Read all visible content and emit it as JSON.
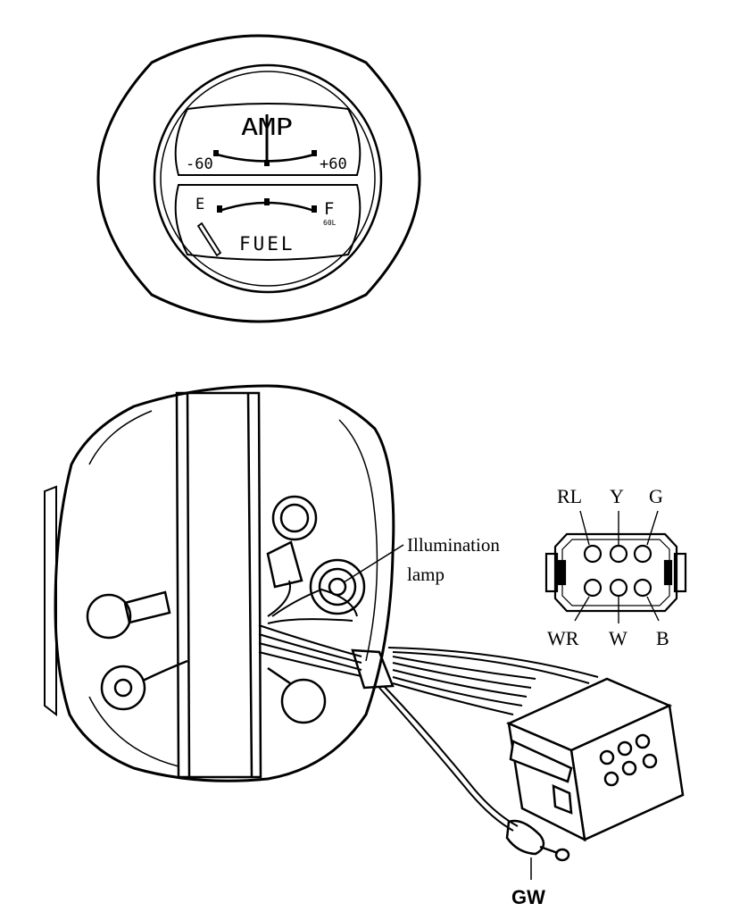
{
  "gauge": {
    "amp_label": "AMP",
    "amp_min": "-60",
    "amp_max": "+60",
    "fuel_empty": "E",
    "fuel_full": "F",
    "fuel_capacity": "60L",
    "fuel_label": "FUEL"
  },
  "labels": {
    "illumination_line1": "Illumination",
    "illumination_line2": "lamp",
    "ground_wire": "GW"
  },
  "connector": {
    "top_pins": [
      "RL",
      "Y",
      "G"
    ],
    "bottom_pins": [
      "WR",
      "W",
      "B"
    ]
  },
  "colors": {
    "ink": "#000000",
    "paper": "#ffffff"
  }
}
